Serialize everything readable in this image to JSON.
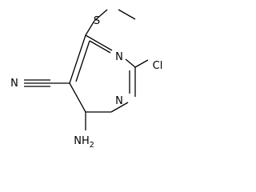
{
  "diagram_type": "chemical-structure",
  "colors": {
    "bond": "#000000",
    "label": "#000000",
    "background": "#ffffff"
  },
  "atoms": {
    "sulfur": "S",
    "nitrogen_upper": "N",
    "nitrogen_lower": "N",
    "chlorine": "Cl",
    "nitrile_nitrogen": "N",
    "amino_main": "NH",
    "amino_subscript": "2"
  }
}
